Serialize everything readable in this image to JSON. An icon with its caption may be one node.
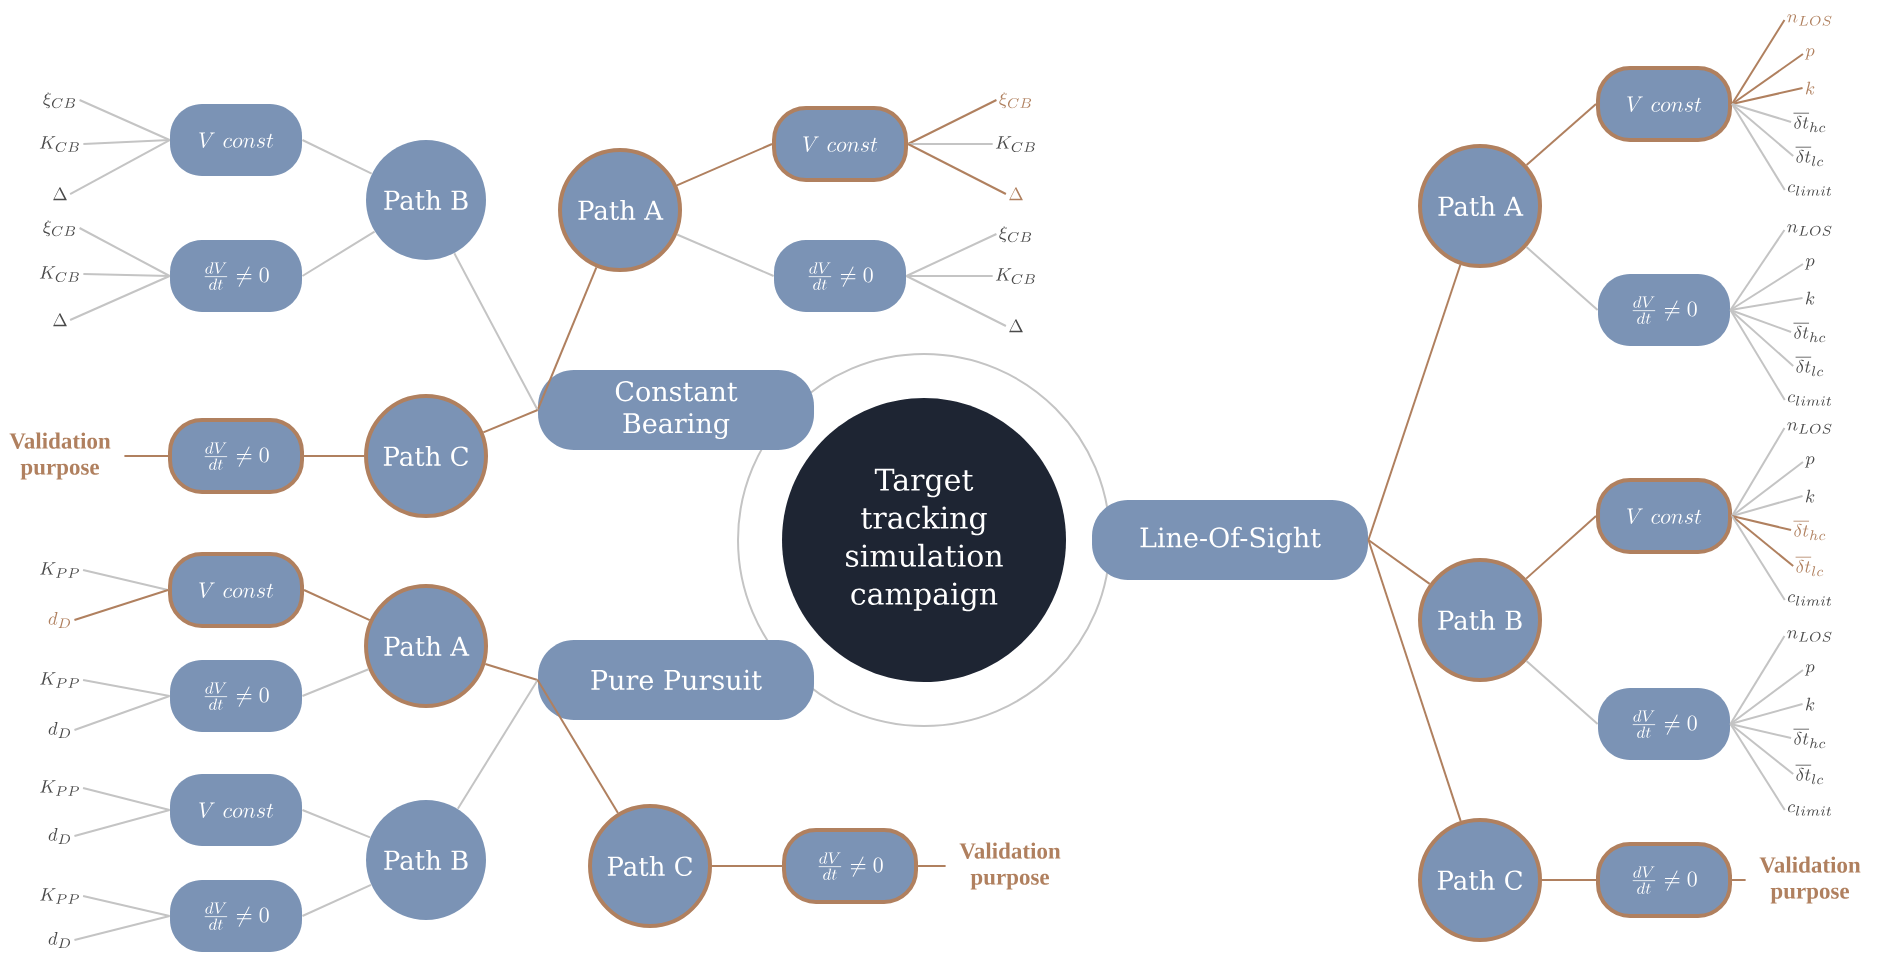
{
  "diagram": {
    "nodes": [
      {
        "text": [
          "Target tracking simulation campaign"
        ]
      },
      {
        "text": [
          "Constant Bearing"
        ]
      },
      {
        "text": [
          "Path A"
        ]
      },
      {
        "text": [
          "V\\ const"
        ]
      },
      {
        "text": [
          "\\xi_{CB}"
        ]
      },
      {
        "text": [
          "K_{CB}"
        ]
      },
      {
        "text": [
          "\\Delta"
        ]
      },
      {
        "text": [
          "\\frac{dV}{dt} \\neq 0"
        ]
      },
      {
        "text": [
          "\\xi_{CB}"
        ]
      },
      {
        "text": [
          "K_{CB}"
        ]
      },
      {
        "text": [
          "\\Delta"
        ]
      },
      {
        "text": [
          "Path B"
        ]
      },
      {
        "text": [
          "V\\ const"
        ]
      },
      {
        "text": [
          "\\xi_{CB}"
        ]
      },
      {
        "text": [
          "K_{CB}"
        ]
      },
      {
        "text": [
          "\\Delta"
        ]
      },
      {
        "text": [
          "\\frac{dV}{dt} \\neq 0"
        ]
      },
      {
        "text": [
          "\\xi_{CB}"
        ]
      },
      {
        "text": [
          "K_{CB}"
        ]
      },
      {
        "text": [
          "\\Delta"
        ]
      },
      {
        "text": [
          "Path C"
        ]
      },
      {
        "text": [
          "\\frac{dV}{dt} \\neq 0"
        ]
      },
      {
        "text": [
          "Validation purpose"
        ]
      },
      {
        "text": [
          "Pure Pursuit"
        ]
      },
      {
        "text": [
          "Path A"
        ]
      },
      {
        "text": [
          "V\\ const"
        ]
      },
      {
        "text": [
          "K_{PP}"
        ]
      },
      {
        "text": [
          "d_{D}"
        ]
      },
      {
        "text": [
          "\\frac{dV}{dt} \\neq 0"
        ]
      },
      {
        "text": [
          "K_{PP}"
        ]
      },
      {
        "text": [
          "d_{D}"
        ]
      },
      {
        "text": [
          "Path B"
        ]
      },
      {
        "text": [
          "V\\ const"
        ]
      },
      {
        "text": [
          "K_{PP}"
        ]
      },
      {
        "text": [
          "d_{D}"
        ]
      },
      {
        "text": [
          "\\frac{dV}{dt} \\neq 0"
        ]
      },
      {
        "text": [
          "K_{PP}"
        ]
      },
      {
        "text": [
          "d_{D}"
        ]
      },
      {
        "text": [
          "Path C"
        ]
      },
      {
        "text": [
          "\\frac{dV}{dt} \\neq 0"
        ]
      },
      {
        "text": [
          "Validation purpose"
        ]
      },
      {
        "text": [
          "Line-Of-Sight"
        ]
      },
      {
        "text": [
          "Path A"
        ]
      },
      {
        "text": [
          "V\\ const"
        ]
      },
      {
        "text": [
          "n_{LOS}"
        ]
      },
      {
        "text": [
          "p"
        ]
      },
      {
        "text": [
          "k"
        ]
      },
      {
        "text": [
          "\\overline{\\delta t}_{hc}"
        ]
      },
      {
        "text": [
          "\\overline{\\delta t}_{lc}"
        ]
      },
      {
        "text": [
          "c_{limit}"
        ]
      },
      {
        "text": [
          "\\frac{dV}{dt} \\neq 0"
        ]
      },
      {
        "text": [
          "n_{LOS}"
        ]
      },
      {
        "text": [
          "p"
        ]
      },
      {
        "text": [
          "k"
        ]
      },
      {
        "text": [
          "\\overline{\\delta t}_{hc}"
        ]
      },
      {
        "text": [
          "\\overline{\\delta t}_{lc}"
        ]
      },
      {
        "text": [
          "c_{limit}"
        ]
      },
      {
        "text": [
          "Path B"
        ]
      },
      {
        "text": [
          "V\\ const"
        ]
      },
      {
        "text": [
          "n_{LOS}"
        ]
      },
      {
        "text": [
          "p"
        ]
      },
      {
        "text": [
          "k"
        ]
      },
      {
        "text": [
          "\\overline{\\delta t}_{hc}"
        ]
      },
      {
        "text": [
          "\\overline{\\delta t}_{lc}"
        ]
      },
      {
        "text": [
          "c_{limit}"
        ]
      },
      {
        "text": [
          "\\frac{dV}{dt} \\neq 0"
        ]
      },
      {
        "text": [
          "n_{LOS}"
        ]
      },
      {
        "text": [
          "p"
        ]
      },
      {
        "text": [
          "k"
        ]
      },
      {
        "text": [
          "\\overline{\\delta t}_{hc}"
        ]
      },
      {
        "text": [
          "\\overline{\\delta t}_{lc}"
        ]
      },
      {
        "text": [
          "c_{limit}"
        ]
      },
      {
        "text": [
          "Path C"
        ]
      },
      {
        "text": [
          "\\frac{dV}{dt} \\neq 0"
        ]
      },
      {
        "text": [
          "Validation purpose"
        ]
      }
    ],
    "edges": [
      {
        "from": 1,
        "to": 2,
        "arrow": "none",
        "color": "#b0805f"
      },
      {
        "from": 2,
        "to": 3,
        "arrow": "none",
        "color": "#b0805f"
      },
      {
        "from": 3,
        "to": 4,
        "arrow": "none",
        "color": "#b0805f"
      },
      {
        "from": 3,
        "to": 5,
        "arrow": "none"
      },
      {
        "from": 3,
        "to": 6,
        "arrow": "none",
        "color": "#b0805f"
      },
      {
        "from": 2,
        "to": 7,
        "arrow": "none"
      },
      {
        "from": 7,
        "to": 8,
        "arrow": "none"
      },
      {
        "from": 7,
        "to": 9,
        "arrow": "none"
      },
      {
        "from": 7,
        "to": 10,
        "arrow": "none"
      },
      {
        "from": 1,
        "to": 11,
        "arrow": "none"
      },
      {
        "from": 11,
        "to": 12,
        "arrow": "none"
      },
      {
        "from": 12,
        "to": 13,
        "arrow": "none"
      },
      {
        "from": 12,
        "to": 14,
        "arrow": "none"
      },
      {
        "from": 12,
        "to": 15,
        "arrow": "none"
      },
      {
        "from": 11,
        "to": 16,
        "arrow": "none"
      },
      {
        "from": 16,
        "to": 17,
        "arrow": "none"
      },
      {
        "from": 16,
        "to": 18,
        "arrow": "none"
      },
      {
        "from": 16,
        "to": 19,
        "arrow": "none"
      },
      {
        "from": 1,
        "to": 20,
        "arrow": "none",
        "color": "#b0805f"
      },
      {
        "from": 20,
        "to": 21,
        "arrow": "none",
        "color": "#b0805f"
      },
      {
        "from": 21,
        "to": 22,
        "arrow": "none",
        "color": "#b0805f"
      },
      {
        "from": 23,
        "to": 24,
        "arrow": "none",
        "color": "#b0805f"
      },
      {
        "from": 24,
        "to": 25,
        "arrow": "none",
        "color": "#b0805f"
      },
      {
        "from": 25,
        "to": 26,
        "arrow": "none"
      },
      {
        "from": 25,
        "to": 27,
        "arrow": "none",
        "color": "#b0805f"
      },
      {
        "from": 24,
        "to": 28,
        "arrow": "none"
      },
      {
        "from": 28,
        "to": 29,
        "arrow": "none"
      },
      {
        "from": 28,
        "to": 30,
        "arrow": "none"
      },
      {
        "from": 23,
        "to": 31,
        "arrow": "none"
      },
      {
        "from": 31,
        "to": 32,
        "arrow": "none"
      },
      {
        "from": 32,
        "to": 33,
        "arrow": "none"
      },
      {
        "from": 32,
        "to": 34,
        "arrow": "none"
      },
      {
        "from": 31,
        "to": 35,
        "arrow": "none"
      },
      {
        "from": 35,
        "to": 36,
        "arrow": "none"
      },
      {
        "from": 35,
        "to": 37,
        "arrow": "none"
      },
      {
        "from": 23,
        "to": 38,
        "arrow": "none",
        "color": "#b0805f"
      },
      {
        "from": 38,
        "to": 39,
        "arrow": "none",
        "color": "#b0805f"
      },
      {
        "from": 39,
        "to": 40,
        "arrow": "none",
        "color": "#b0805f"
      },
      {
        "from": 41,
        "to": 42,
        "arrow": "none",
        "color": "#b0805f"
      },
      {
        "from": 42,
        "to": 43,
        "arrow": "none",
        "color": "#b0805f"
      },
      {
        "from": 43,
        "to": 44,
        "arrow": "none",
        "color": "#b0805f"
      },
      {
        "from": 43,
        "to": 45,
        "arrow": "none",
        "color": "#b0805f"
      },
      {
        "from": 43,
        "to": 46,
        "arrow": "none",
        "color": "#b0805f"
      },
      {
        "from": 43,
        "to": 47,
        "arrow": "none"
      },
      {
        "from": 43,
        "to": 48,
        "arrow": "none"
      },
      {
        "from": 43,
        "to": 49,
        "arrow": "none"
      },
      {
        "from": 42,
        "to": 50,
        "arrow": "none"
      },
      {
        "from": 50,
        "to": 51,
        "arrow": "none"
      },
      {
        "from": 50,
        "to": 52,
        "arrow": "none"
      },
      {
        "from": 50,
        "to": 53,
        "arrow": "none"
      },
      {
        "from": 50,
        "to": 54,
        "arrow": "none"
      },
      {
        "from": 50,
        "to": 55,
        "arrow": "none"
      },
      {
        "from": 50,
        "to": 56,
        "arrow": "none"
      },
      {
        "from": 41,
        "to": 57,
        "arrow": "none",
        "color": "#b0805f"
      },
      {
        "from": 57,
        "to": 58,
        "arrow": "none",
        "color": "#b0805f"
      },
      {
        "from": 58,
        "to": 59,
        "arrow": "none"
      },
      {
        "from": 58,
        "to": 60,
        "arrow": "none"
      },
      {
        "from": 58,
        "to": 61,
        "arrow": "none"
      },
      {
        "from": 58,
        "to": 62,
        "arrow": "none",
        "color": "#b0805f"
      },
      {
        "from": 58,
        "to": 63,
        "arrow": "none",
        "color": "#b0805f"
      },
      {
        "from": 58,
        "to": 64,
        "arrow": "none"
      },
      {
        "from": 57,
        "to": 65,
        "arrow": "none"
      },
      {
        "from": 65,
        "to": 66,
        "arrow": "none"
      },
      {
        "from": 65,
        "to": 67,
        "arrow": "none"
      },
      {
        "from": 65,
        "to": 68,
        "arrow": "none"
      },
      {
        "from": 65,
        "to": 69,
        "arrow": "none"
      },
      {
        "from": 65,
        "to": 70,
        "arrow": "none"
      },
      {
        "from": 65,
        "to": 71,
        "arrow": "none"
      },
      {
        "from": 41,
        "to": 72,
        "arrow": "none",
        "color": "#b0805f"
      },
      {
        "from": 72,
        "to": 73,
        "arrow": "none",
        "color": "#b0805f"
      },
      {
        "from": 73,
        "to": 74,
        "arrow": "none",
        "color": "#b0805f"
      }
    ]
  }
}
